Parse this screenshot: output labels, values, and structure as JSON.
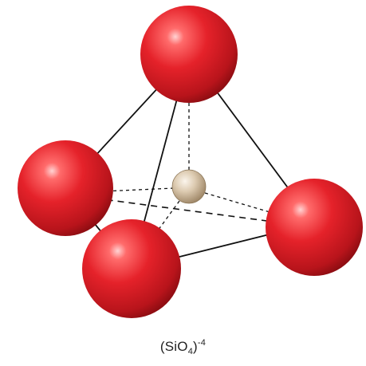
{
  "diagram": {
    "formula": {
      "open": "(SiO",
      "subscript": "4",
      "close": ")",
      "superscript": "-4"
    },
    "atoms": {
      "oxygen": {
        "color": "#e0262b",
        "count": 4
      },
      "silicon": {
        "color": "#d9c6ab",
        "count": 1
      }
    },
    "bond_color": "#111111"
  }
}
